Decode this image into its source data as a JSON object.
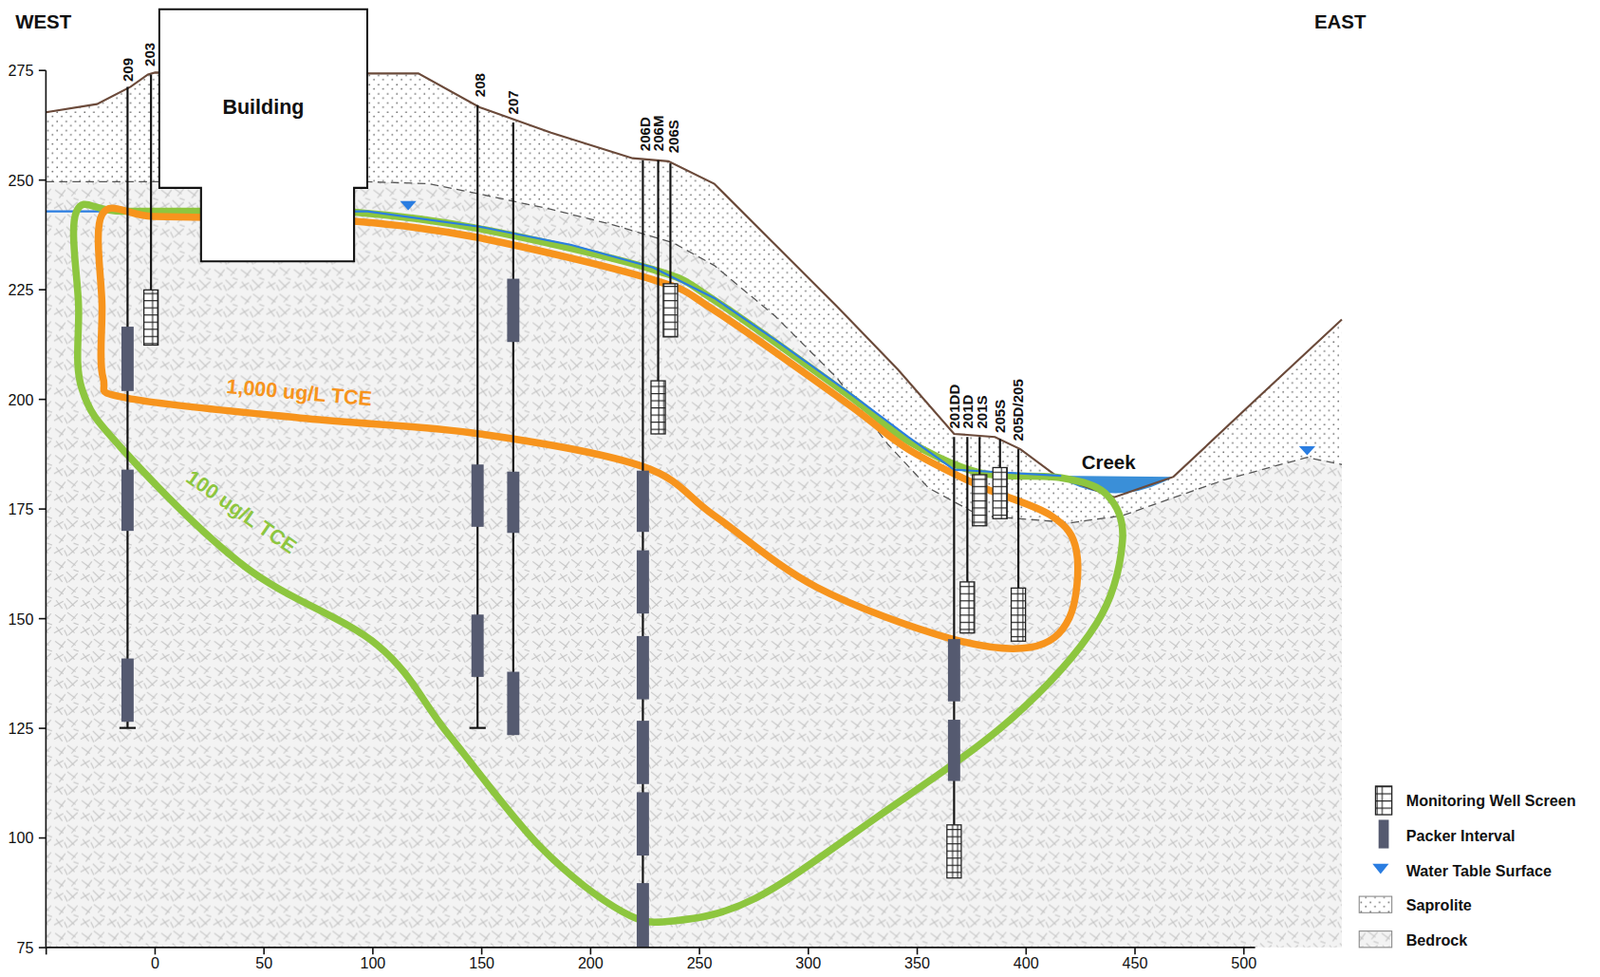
{
  "diagram": {
    "nodes": [
      {
        "text": [
          "Building"
        ]
      }
    ],
    "labels": [
      "WEST",
      "EAST",
      "275",
      "250",
      "225",
      "200",
      "175",
      "150",
      "125",
      "100",
      "75",
      "0",
      "50",
      "100",
      "150",
      "200",
      "250",
      "300",
      "350",
      "400",
      "450",
      "500",
      "209",
      "203",
      "208",
      "207",
      "206D",
      "206M",
      "206S",
      "201DD",
      "201D",
      "201S",
      "205S",
      "205D/205",
      "1,000 ug/L TCE",
      "100 ug/L TCE",
      "Creek"
    ],
    "legend": [
      {
        "text": "Monitoring Well Screen"
      },
      {
        "text": "Packer Interval"
      },
      {
        "text": "Water Table Surface"
      },
      {
        "text": "Saprolite"
      },
      {
        "text": "Bedrock"
      }
    ]
  }
}
